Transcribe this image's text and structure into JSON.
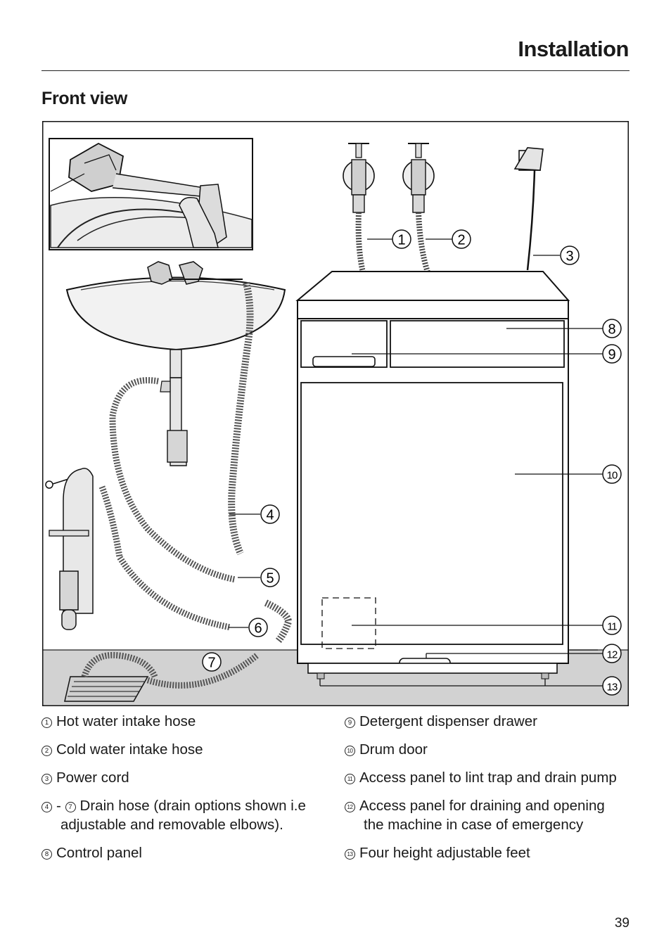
{
  "header": {
    "section_title": "Installation",
    "subtitle": "Front view"
  },
  "figure": {
    "callouts": [
      "1",
      "2",
      "3",
      "4",
      "5",
      "6",
      "7",
      "8",
      "9",
      "10",
      "11",
      "12",
      "13"
    ]
  },
  "legend": {
    "col1": [
      {
        "num": "1",
        "text": "Hot water intake hose"
      },
      {
        "num": "2",
        "text": "Cold water intake hose"
      },
      {
        "num": "3",
        "text": "Power cord"
      },
      {
        "num": "4",
        "num2": "7",
        "sep": "-",
        "text": "Drain hose (drain options shown i.e adjustable and removable elbows)."
      },
      {
        "num": "8",
        "text": "Control panel"
      }
    ],
    "col2": [
      {
        "num": "9",
        "text": "Detergent dispenser drawer"
      },
      {
        "num": "10",
        "text": "Drum door"
      },
      {
        "num": "11",
        "text": "Access panel to lint trap and drain pump"
      },
      {
        "num": "12",
        "text": "Access panel for draining and opening the machine in case of emergency"
      },
      {
        "num": "13",
        "text": "Four height adjustable feet"
      }
    ]
  },
  "footer": {
    "page_number": "39"
  }
}
